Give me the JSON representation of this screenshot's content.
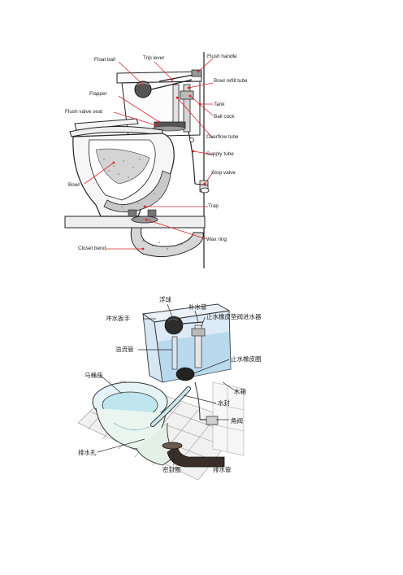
{
  "diagram_top": {
    "labels": [
      "Float ball",
      "Trip lever",
      "Flush handle",
      "Bowl refill tube",
      "Flapper",
      "Tank",
      "Flush valve seat",
      "Ball cock",
      "Overflow tube",
      "Supply tube",
      "Stop valve",
      "Bowl",
      "Trap",
      "Wax ring",
      "Closet bend"
    ]
  },
  "diagram_bottom": {
    "labels": [
      "浮球",
      "补水管",
      "冲水扳手",
      "止水橡皮垫阀进水器",
      "溢流管",
      "止水橡皮圈",
      "马桶座",
      "水箱",
      "水封",
      "角阀",
      "排水孔",
      "密封圈",
      "排水管"
    ]
  },
  "colors": {
    "leader_red": "#d8262b",
    "outline": "#222222",
    "floor_gray": "#e6e6e6",
    "water_blue": "#bfe6ee",
    "tank_blue": "#bfd9ef",
    "pipe_dark": "#3a2e28"
  }
}
